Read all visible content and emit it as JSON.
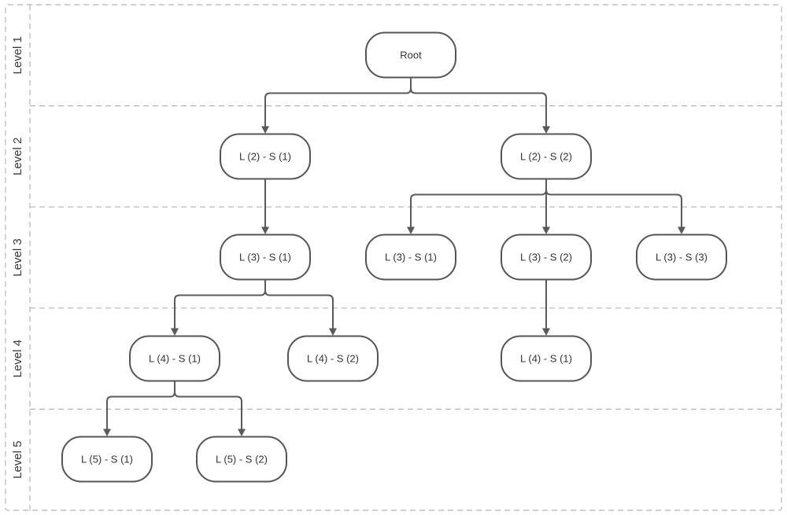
{
  "lanes": [
    {
      "label": "Level 1"
    },
    {
      "label": "Level 2"
    },
    {
      "label": "Level 3"
    },
    {
      "label": "Level 4"
    },
    {
      "label": "Level 5"
    }
  ],
  "nodes": [
    {
      "id": "root",
      "label": "Root"
    },
    {
      "id": "l2s1",
      "label": "L (2) - S (1)"
    },
    {
      "id": "l2s2",
      "label": "L (2) - S (2)"
    },
    {
      "id": "l3s1a",
      "label": "L (3) - S (1)"
    },
    {
      "id": "l3s1b",
      "label": "L (3) - S (1)"
    },
    {
      "id": "l3s2",
      "label": "L (3) - S (2)"
    },
    {
      "id": "l3s3",
      "label": "L (3) - S (3)"
    },
    {
      "id": "l4s1a",
      "label": "L (4) - S (1)"
    },
    {
      "id": "l4s2",
      "label": "L (4) - S (2)"
    },
    {
      "id": "l4s1b",
      "label": "L (4) - S (1)"
    },
    {
      "id": "l5s1",
      "label": "L (5) - S (1)"
    },
    {
      "id": "l5s2",
      "label": "L (5) - S (2)"
    }
  ],
  "edges": [
    {
      "from": "root",
      "to": "l2s1"
    },
    {
      "from": "root",
      "to": "l2s2"
    },
    {
      "from": "l2s1",
      "to": "l3s1a"
    },
    {
      "from": "l2s2",
      "to": "l3s1b"
    },
    {
      "from": "l2s2",
      "to": "l3s2"
    },
    {
      "from": "l2s2",
      "to": "l3s3"
    },
    {
      "from": "l3s1a",
      "to": "l4s1a"
    },
    {
      "from": "l3s1a",
      "to": "l4s2"
    },
    {
      "from": "l3s2",
      "to": "l4s1b"
    },
    {
      "from": "l4s1a",
      "to": "l5s1"
    },
    {
      "from": "l4s1a",
      "to": "l5s2"
    }
  ]
}
